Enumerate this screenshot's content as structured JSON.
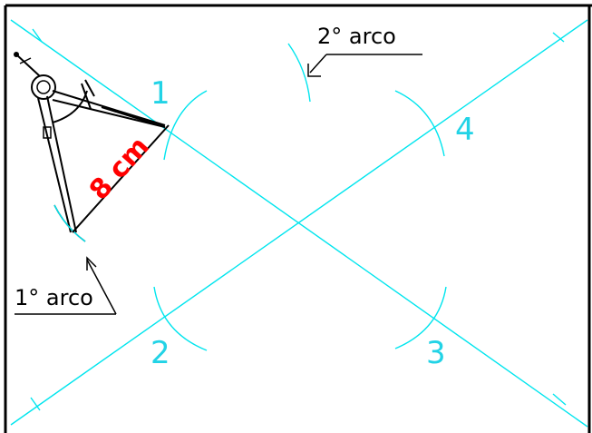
{
  "labels": {
    "arc_first": "1° arco",
    "arc_second": "2° arco",
    "measure": "8 cm",
    "point1": "1",
    "point2": "2",
    "point3": "3",
    "point4": "4"
  },
  "colors": {
    "construction": "#00e5ee",
    "measure": "#ff0000",
    "outline": "#000000"
  },
  "icons": {
    "compass": "compass-icon",
    "arrow_first": "arrow-up-icon",
    "arrow_second": "arrow-down-icon"
  }
}
